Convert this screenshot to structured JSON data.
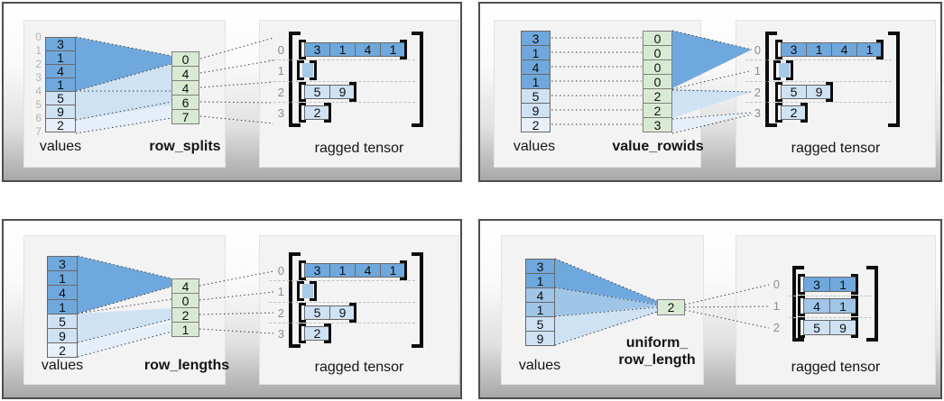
{
  "colors": {
    "value_dark": "#6fa8dc",
    "value_medium": "#9fc5e8",
    "value_light": "#cfe2f3",
    "value_lightest": "#e7f0fa",
    "encoder_green": "#d9ead3",
    "panel_border": "#4e4e4e",
    "subpanel_bg": "#f3f3f3"
  },
  "panels": [
    {
      "name": "row_splits",
      "values_label": "values",
      "encoder_label": "row_splits",
      "tensor_label": "ragged tensor",
      "value_indices": [
        "0",
        "1",
        "2",
        "3",
        "4",
        "5",
        "6",
        "7"
      ],
      "values": [
        "3",
        "1",
        "4",
        "1",
        "5",
        "9",
        "2"
      ],
      "encoder_values": [
        "0",
        "4",
        "4",
        "6",
        "7"
      ],
      "tensor_row_indices": [
        "0",
        "1",
        "2",
        "3"
      ],
      "tensor_rows": [
        [
          "3",
          "1",
          "4",
          "1"
        ],
        [],
        [
          "5",
          "9"
        ],
        [
          "2"
        ]
      ]
    },
    {
      "name": "value_rowids",
      "values_label": "values",
      "encoder_label": "value_rowids",
      "tensor_label": "ragged tensor",
      "values": [
        "3",
        "1",
        "4",
        "1",
        "5",
        "9",
        "2"
      ],
      "encoder_values": [
        "0",
        "0",
        "0",
        "0",
        "2",
        "2",
        "3"
      ],
      "tensor_row_indices": [
        "0",
        "1",
        "2",
        "3"
      ],
      "tensor_rows": [
        [
          "3",
          "1",
          "4",
          "1"
        ],
        [],
        [
          "5",
          "9"
        ],
        [
          "2"
        ]
      ]
    },
    {
      "name": "row_lengths",
      "values_label": "values",
      "encoder_label": "row_lengths",
      "tensor_label": "ragged tensor",
      "values": [
        "3",
        "1",
        "4",
        "1",
        "5",
        "9",
        "2"
      ],
      "encoder_values": [
        "4",
        "0",
        "2",
        "1"
      ],
      "tensor_row_indices": [
        "0",
        "1",
        "2",
        "3"
      ],
      "tensor_rows": [
        [
          "3",
          "1",
          "4",
          "1"
        ],
        [],
        [
          "5",
          "9"
        ],
        [
          "2"
        ]
      ]
    },
    {
      "name": "uniform_row_length",
      "values_label": "values",
      "encoder_label_line1": "uniform_",
      "encoder_label_line2": "row_length",
      "tensor_label": "ragged tensor",
      "values": [
        "3",
        "1",
        "4",
        "1",
        "5",
        "9"
      ],
      "encoder_values": [
        "2"
      ],
      "tensor_row_indices": [
        "0",
        "1",
        "2"
      ],
      "tensor_rows": [
        [
          "3",
          "1"
        ],
        [
          "4",
          "1"
        ],
        [
          "5",
          "9"
        ]
      ]
    }
  ]
}
